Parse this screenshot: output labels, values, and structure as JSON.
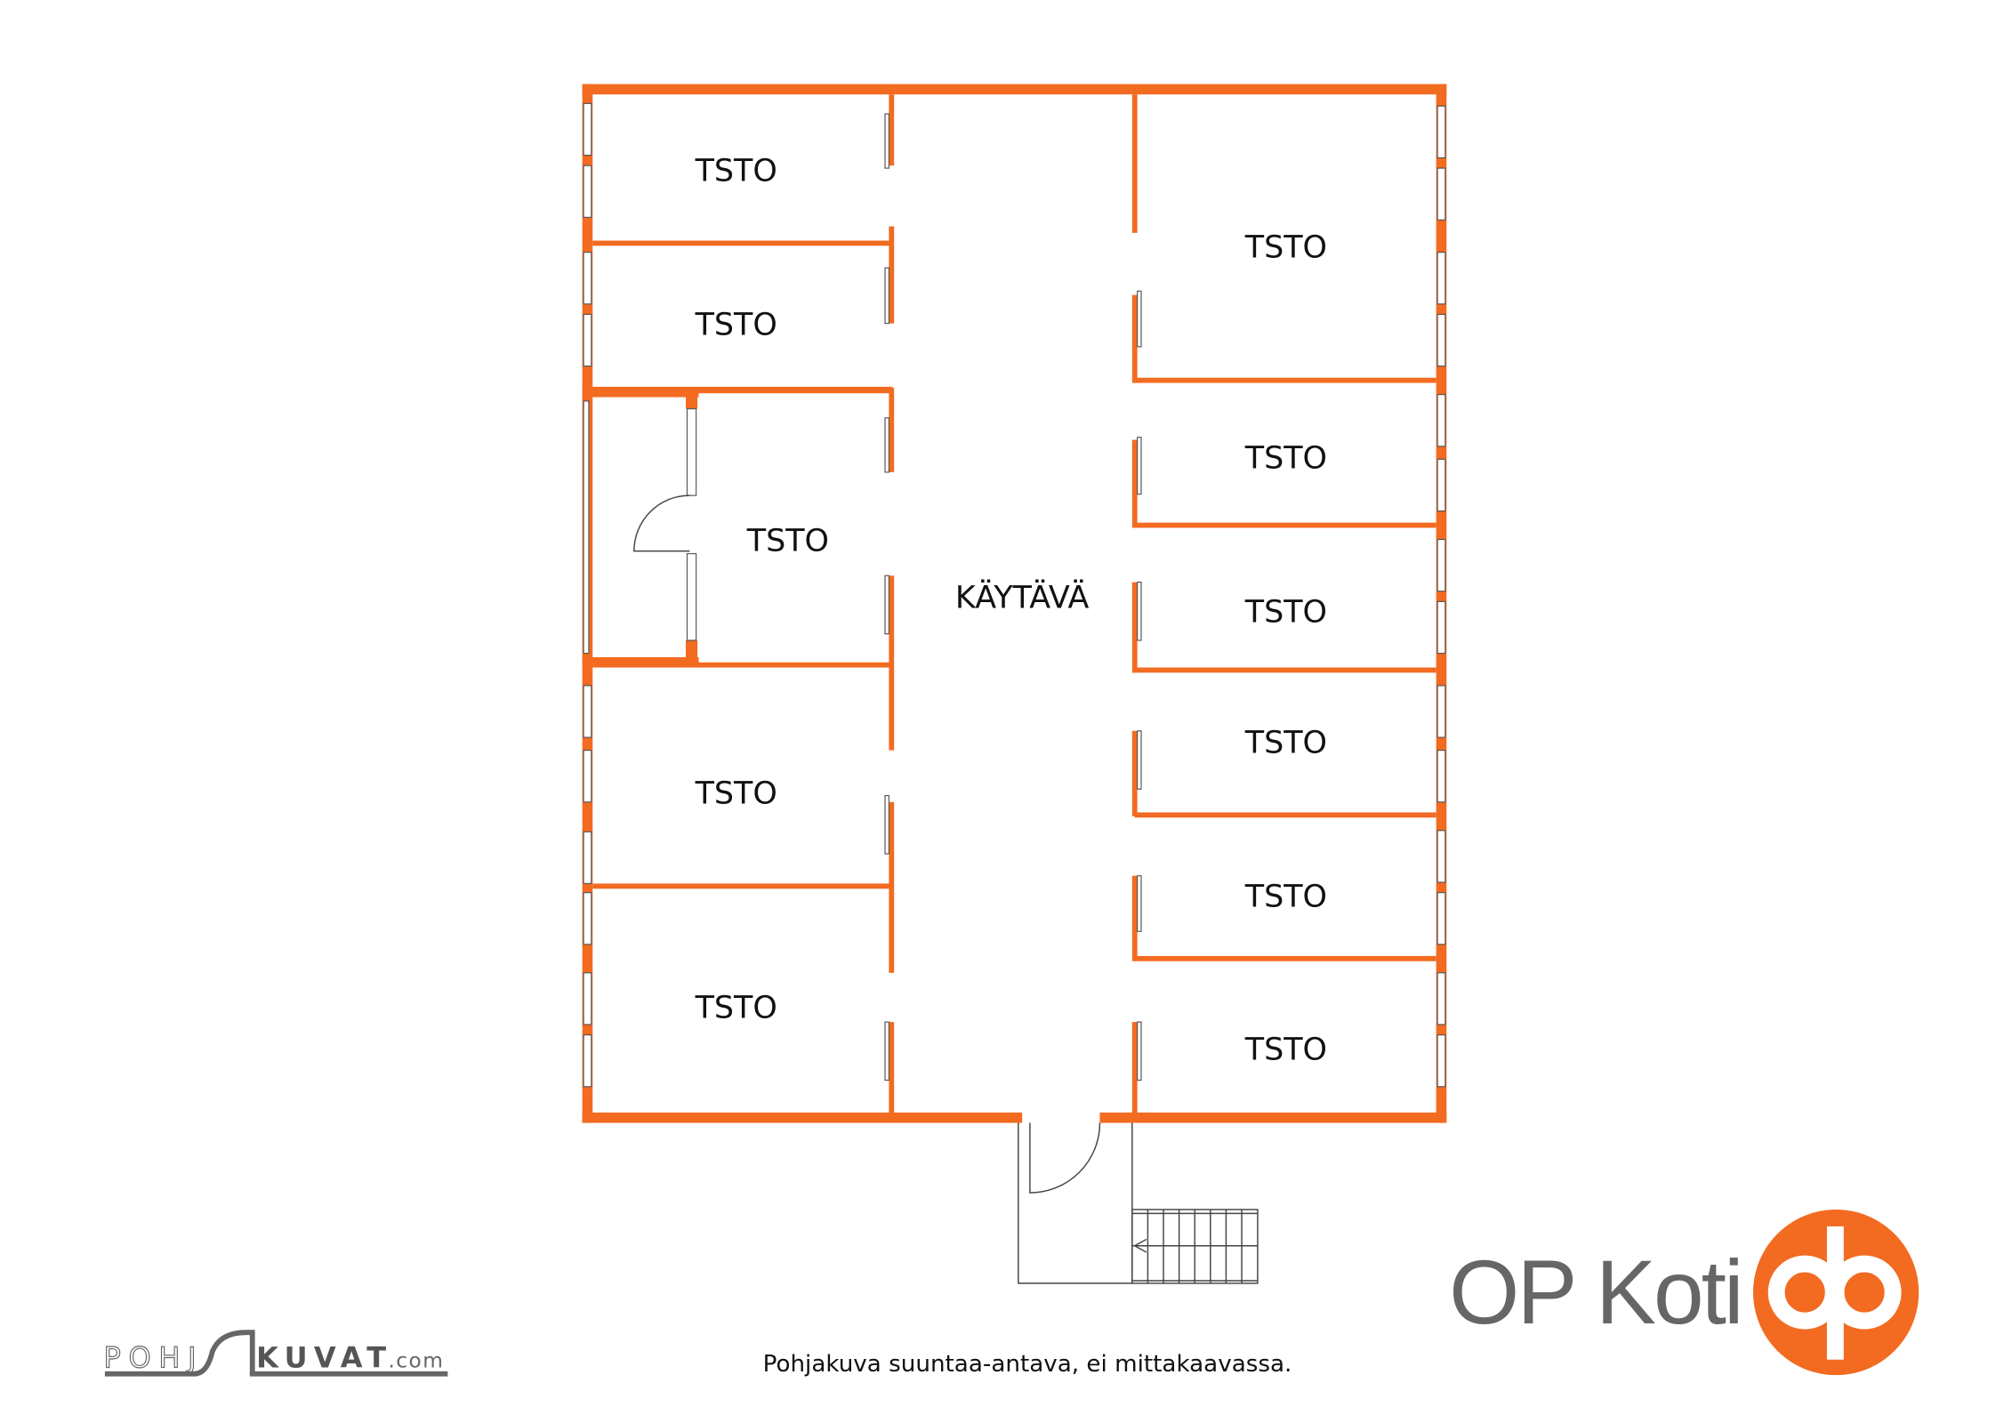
{
  "floorplan": {
    "rooms": {
      "left_1": "TSTO",
      "left_2": "TSTO",
      "left_3": "TSTO",
      "left_4": "TSTO",
      "left_5": "TSTO",
      "right_1": "TSTO",
      "right_2": "TSTO",
      "right_3": "TSTO",
      "right_4": "TSTO",
      "right_5": "TSTO",
      "right_6": "TSTO",
      "corridor": "KÄYTÄVÄ"
    },
    "disclaimer": "Pohjakuva suuntaa-antava, ei mittakaavassa."
  },
  "branding": {
    "pohjakuvat_logo": "POHJAKUVAT.com",
    "op_koti": "OP Koti",
    "accent_color": "#f26b21",
    "text_gray": "#666666"
  }
}
